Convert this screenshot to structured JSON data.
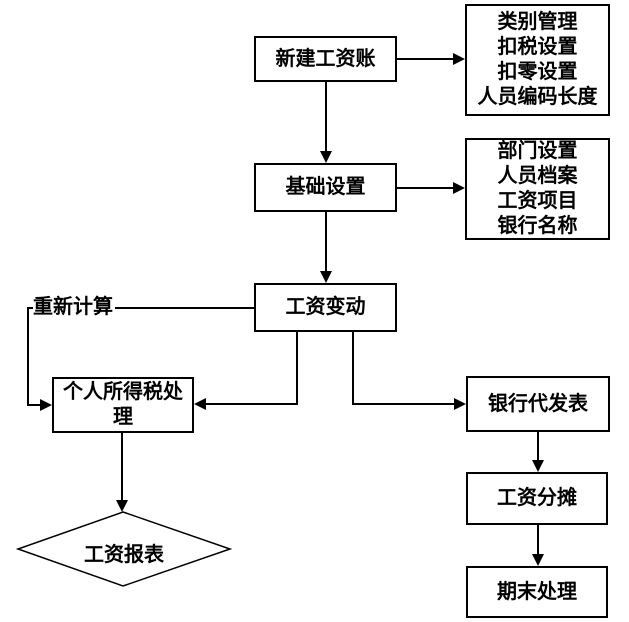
{
  "nodes": {
    "new_payroll": {
      "label": "新建工资账"
    },
    "params1": {
      "lines": [
        "类别管理",
        "扣税设置",
        "扣零设置",
        "人员编码长度"
      ]
    },
    "basic_setup": {
      "label": "基础设置"
    },
    "params2": {
      "lines": [
        "部门设置",
        "人员档案",
        "工资项目",
        "银行名称"
      ]
    },
    "salary_change": {
      "label": "工资变动"
    },
    "recalc": {
      "label": "重新计算"
    },
    "income_tax": {
      "lines": [
        "个人所得税处",
        "理"
      ]
    },
    "bank_payroll": {
      "label": "银行代发表"
    },
    "salary_report": {
      "label": "工资报表"
    },
    "allocation": {
      "label": "工资分摊"
    },
    "period_end": {
      "label": "期末处理"
    }
  },
  "colors": {
    "line": "#000000",
    "box_border": "#000000",
    "background": "#ffffff"
  }
}
